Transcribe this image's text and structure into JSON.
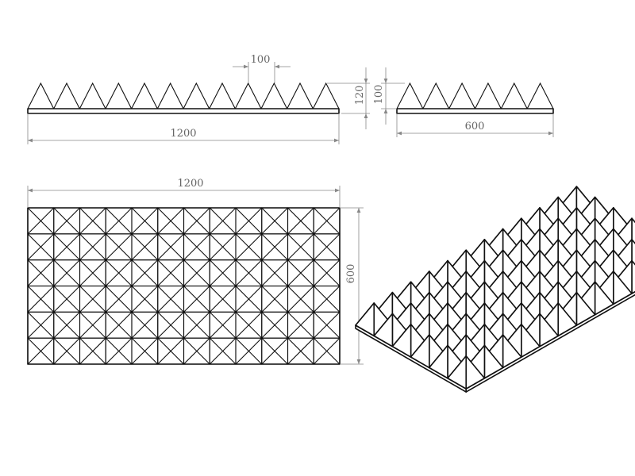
{
  "drawing": {
    "front_view": {
      "peaks": 12,
      "dim_pitch": "100",
      "dim_total_height": "120",
      "dim_width": "1200"
    },
    "side_view": {
      "peaks": 6,
      "dim_pyramid_height": "100",
      "dim_width": "600"
    },
    "plan_view": {
      "columns": 12,
      "rows": 6,
      "dim_width": "1200",
      "dim_height": "600"
    },
    "isometric_view": {
      "columns": 12,
      "rows": 6
    },
    "colors": {
      "line": "#111111",
      "dimension": "#888888",
      "background": "#ffffff"
    }
  }
}
